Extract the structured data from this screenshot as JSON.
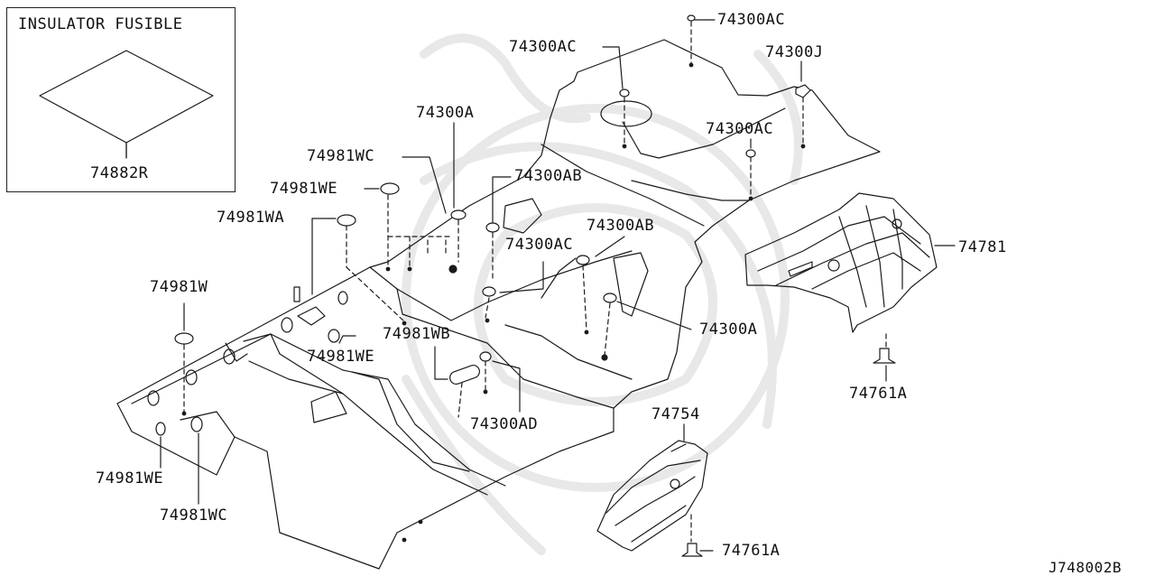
{
  "diagram": {
    "inset_title": "INSULATOR FUSIBLE",
    "figure_code": "J748002B",
    "callouts": {
      "p74882R": "74882R",
      "p74300AC_top": "74300AC",
      "p74300AC_left": "74300AC",
      "p74300J": "74300J",
      "p74300AC_mid": "74300AC",
      "p74300A_top": "74300A",
      "p74981WC_top": "74981WC",
      "p74981WE_top": "74981WE",
      "p74300AB_a": "74300AB",
      "p74981WA": "74981WA",
      "p74300AB_b": "74300AB",
      "p74300AC_c": "74300AC",
      "p74781": "74781",
      "p74981W": "74981W",
      "p74300A_right": "74300A",
      "p74981WB": "74981WB",
      "p74981WE_mid": "74981WE",
      "p74761A_right": "74761A",
      "p74754": "74754",
      "p74300AD": "74300AD",
      "p74981WE_bottom": "74981WE",
      "p74981WC_bottom": "74981WC",
      "p74761A_bottom": "74761A"
    }
  }
}
